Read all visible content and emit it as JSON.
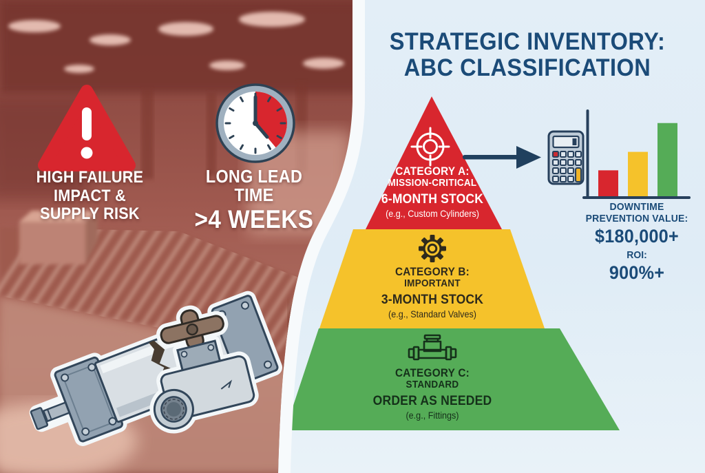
{
  "title": {
    "line1": "STRATEGIC INVENTORY:",
    "line2": "ABC CLASSIFICATION"
  },
  "left_panel": {
    "risk": {
      "icon": "warning-triangle-icon",
      "line1": "HIGH FAILURE",
      "line2": "IMPACT &",
      "line3": "SUPPLY RISK"
    },
    "lead_time": {
      "icon": "clock-icon",
      "line1": "LONG LEAD TIME",
      "line2": ">4 WEEKS"
    },
    "illustration_icon": "broken-cylinder-and-valve-illustration"
  },
  "pyramid": {
    "level_a": {
      "icon": "target-icon",
      "color": "#d8262e",
      "label": "CATEGORY A:",
      "sublabel": "MISSION-CRITICAL",
      "stock": "6-MONTH STOCK",
      "example": "(e.g., Custom Cylinders)"
    },
    "level_b": {
      "icon": "gear-icon",
      "color": "#f5c22b",
      "label": "CATEGORY B:",
      "sublabel": "IMPORTANT",
      "stock": "3-MONTH STOCK",
      "example": "(e.g., Standard Valves)"
    },
    "level_c": {
      "icon": "pipe-fitting-icon",
      "color": "#55ac57",
      "label": "CATEGORY C:",
      "sublabel": "STANDARD",
      "stock": "ORDER AS NEEDED",
      "example": "(e.g., Fittings)"
    }
  },
  "value_panel": {
    "icon": "calculator-icon",
    "label_line1": "DOWNTIME",
    "label_line2": "PREVENTION VALUE:",
    "value": "$180,000+",
    "roi_label": "ROI:",
    "roi_value": "900%+"
  },
  "chart_data": {
    "type": "bar",
    "categories": [
      "Category A",
      "Category B",
      "Category C"
    ],
    "values": [
      36,
      61,
      100
    ],
    "bar_colors": [
      "#d8262e",
      "#f5c22b",
      "#55ac57"
    ],
    "title": "",
    "xlabel": "",
    "ylabel": "",
    "ylim": [
      0,
      110
    ],
    "grid": false,
    "legend": "none",
    "axis_labels_visible": false
  },
  "colors": {
    "background": "#e1edf6",
    "navy_text": "#1b4b78",
    "arrow": "#20405e",
    "level_a_red": "#d8262e",
    "level_b_yellow": "#f5c22b",
    "level_c_green": "#55ac57",
    "photo_tint": "#a35c50",
    "edge_band": "#f7fafc"
  }
}
